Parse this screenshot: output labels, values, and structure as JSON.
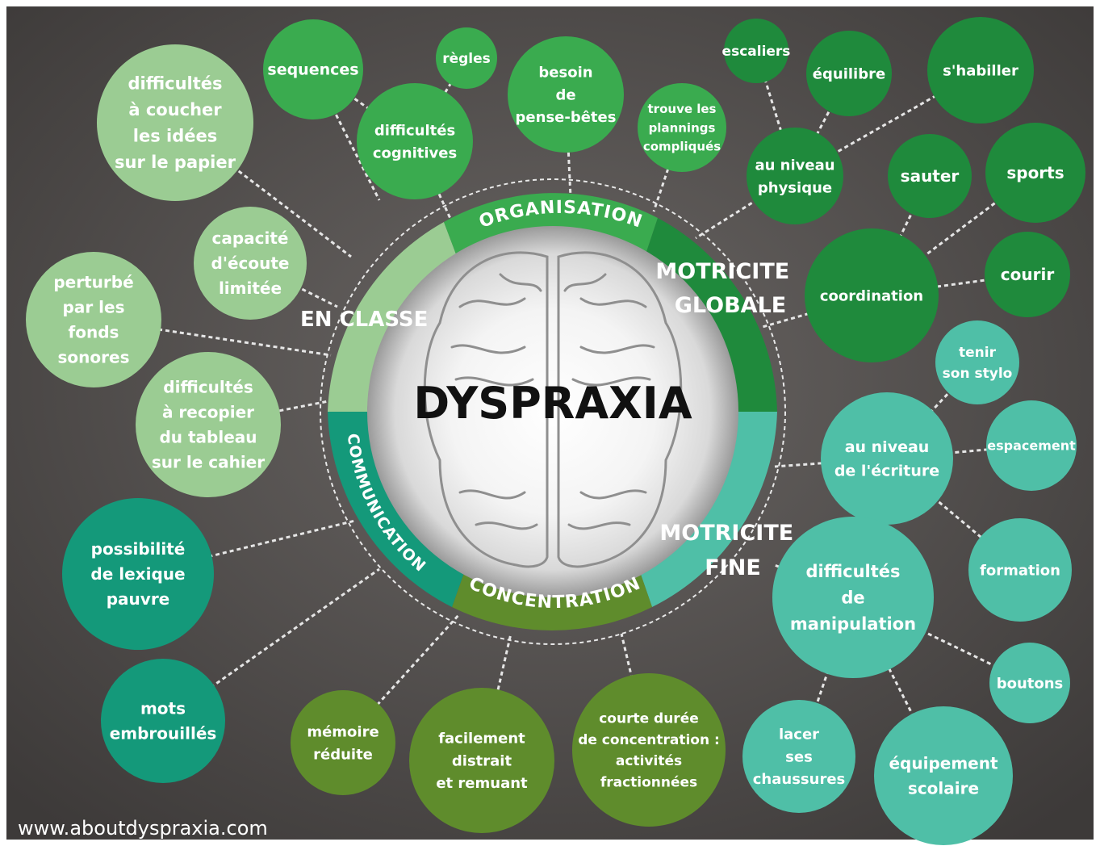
{
  "title": "DYSPRAXIA",
  "watermark": "www.aboutdyspraxia.com",
  "colors": {
    "background": "#545050",
    "classroom": "#9bcc93",
    "organisation": "#3aab4f",
    "gross_motor": "#1f8a3c",
    "fine_motor": "#4fbfa7",
    "communication": "#14997a",
    "concentration": "#5f8c2c"
  },
  "segments": {
    "organisation": "ORGANISATION",
    "communication": "COMMUNICATION",
    "concentration": "CONCENTRATION"
  },
  "categories": {
    "en_classe": "EN CLASSE",
    "motricite_globale": [
      "MOTRICITE",
      "GLOBALE"
    ],
    "motricite_fine": [
      "MOTRICITE",
      "FINE"
    ]
  },
  "bubbles": {
    "difficultes_coucher": [
      "difficultés",
      "à coucher",
      "les idées",
      "sur le papier"
    ],
    "sequences": [
      "sequences"
    ],
    "regles": [
      "règles"
    ],
    "difficultes_cognitives": [
      "difficultés",
      "cognitives"
    ],
    "besoin_pense_betes": [
      "besoin",
      "de",
      "pense-bêtes"
    ],
    "trouve_plannings": [
      "trouve les",
      "plannings",
      "compliqués"
    ],
    "escaliers": [
      "escaliers"
    ],
    "equilibre": [
      "équilibre"
    ],
    "s_habiller": [
      "s'habiller"
    ],
    "au_niveau_physique": [
      "au niveau",
      "physique"
    ],
    "sauter": [
      "sauter"
    ],
    "sports": [
      "sports"
    ],
    "coordination": [
      "coordination"
    ],
    "courir": [
      "courir"
    ],
    "capacite_ecoute": [
      "capacité",
      "d'écoute",
      "limitée"
    ],
    "perturbe_sonores": [
      "perturbé",
      "par les",
      "fonds",
      "sonores"
    ],
    "difficultes_recopier": [
      "difficultés",
      "à recopier",
      "du tableau",
      "sur le cahier"
    ],
    "tenir_stylo": [
      "tenir",
      "son stylo"
    ],
    "espacement": [
      "espacement"
    ],
    "niveau_ecriture": [
      "au niveau",
      "de l'écriture"
    ],
    "formation": [
      "formation"
    ],
    "difficultes_manipulation": [
      "difficultés",
      "de",
      "manipulation"
    ],
    "boutons": [
      "boutons"
    ],
    "lacer_chaussures": [
      "lacer",
      "ses",
      "chaussures"
    ],
    "equipement_scolaire": [
      "équipement",
      "scolaire"
    ],
    "lexique_pauvre": [
      "possibilité",
      "de lexique",
      "pauvre"
    ],
    "mots_embrouilles": [
      "mots",
      "embrouillés"
    ],
    "memoire_reduite": [
      "mémoire",
      "réduite"
    ],
    "facilement_distrait": [
      "facilement",
      "distrait",
      "et remuant"
    ],
    "courte_duree": [
      "courte durée",
      "de concentration :",
      "activités",
      "fractionnées"
    ]
  }
}
